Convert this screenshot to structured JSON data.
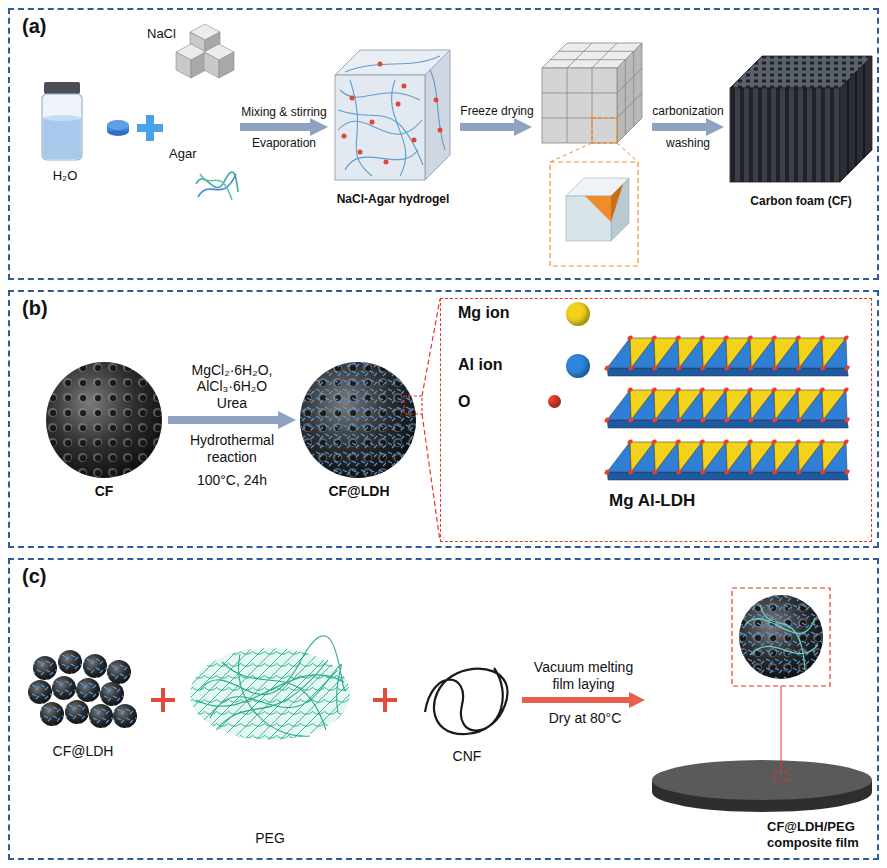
{
  "diagram": {
    "nodes": [
      {
        "text": [
          "(a)"
        ]
      },
      {
        "text": [
          "NaCl"
        ],
        "in": 0
      },
      {
        "text": [
          "H₂O"
        ],
        "in": 0
      },
      {
        "text": [
          "Agar"
        ],
        "in": 0
      },
      {
        "text": [
          "NaCl-Agar hydrogel"
        ],
        "in": 0
      },
      {
        "text": [
          "Carbon foam (CF)"
        ],
        "in": 0
      },
      {
        "text": [
          "(b)"
        ]
      },
      {
        "text": [
          "CF"
        ],
        "in": 6
      },
      {
        "text": [
          "CF@LDH"
        ],
        "in": 6
      },
      {
        "text": [
          "Mg Al-LDH"
        ],
        "in": 6
      },
      {
        "text": [
          "(c)"
        ]
      },
      {
        "text": [
          "CF@LDH"
        ],
        "in": 10
      },
      {
        "text": [
          "PEG"
        ],
        "in": 10
      },
      {
        "text": [
          "CNF"
        ],
        "in": 10
      },
      {
        "text": [
          "CF@LDH/PEG composite film"
        ],
        "in": 10
      }
    ],
    "edges": [
      {
        "from": 3,
        "to": 4,
        "arrow": "to",
        "label": "Mixing & stirring"
      },
      {
        "from": 7,
        "to": 8,
        "arrow": "to",
        "label": "MgCl₂·6H₂O, AlCl₃·6H₂O Urea"
      },
      {
        "from": 8,
        "to": 9,
        "arrow": "none"
      },
      {
        "from": 8,
        "to": 9,
        "arrow": "none"
      },
      {
        "from": 13,
        "to": 14,
        "arrow": "to",
        "label": "Vacuum melting film laying"
      }
    ],
    "labels": [
      "Evaporation",
      "Freeze drying",
      "carbonization",
      "washing",
      "Hydrothermal reaction",
      "100°C, 24h",
      "Dry at 80°C"
    ],
    "legend": [
      {
        "text": "Mg ion",
        "color": "#f2d21b"
      },
      {
        "text": "Al ion",
        "color": "#2e86de"
      },
      {
        "text": "O",
        "color": "#e8402a"
      }
    ]
  }
}
